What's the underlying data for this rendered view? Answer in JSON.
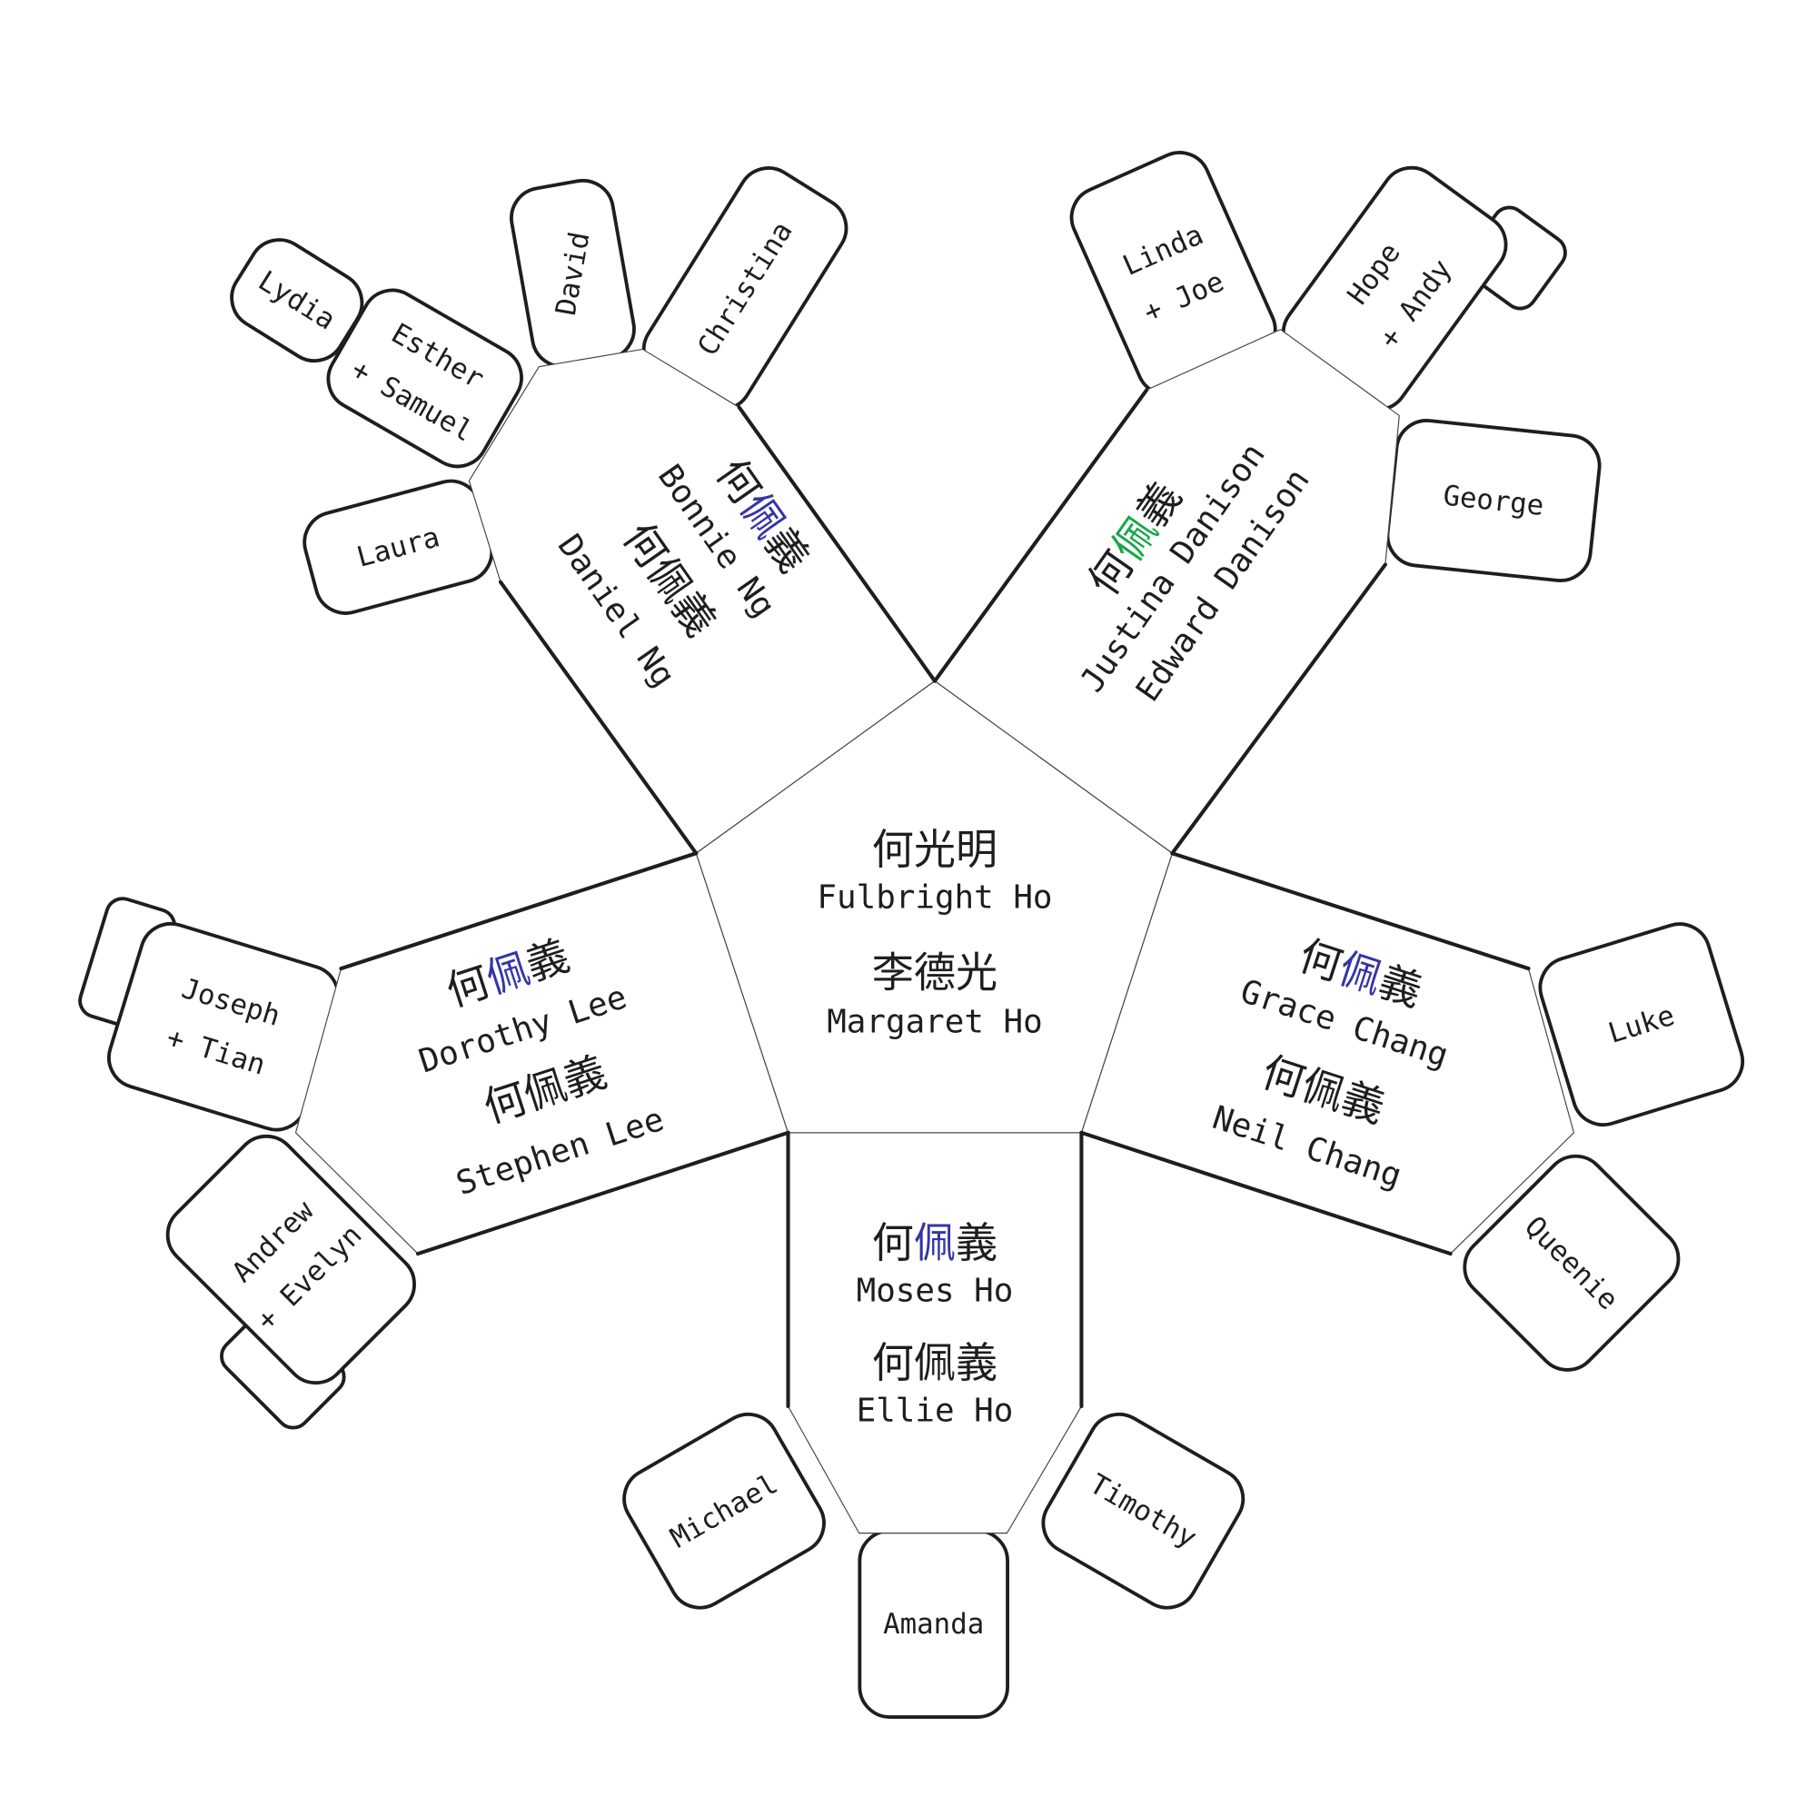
{
  "colors": {
    "accent_blue": "#3535a6",
    "accent_green": "#1aa64a",
    "ink": "#1e1e1e"
  },
  "center": {
    "people": [
      {
        "hanzi": [
          "何",
          "光",
          "明"
        ],
        "name": "Fulbright Ho"
      },
      {
        "hanzi": [
          "李",
          "德",
          "光"
        ],
        "name": "Margaret  Ho"
      }
    ]
  },
  "arms": {
    "top_left": {
      "people": [
        {
          "hanzi": [
            "何",
            "佩",
            "義"
          ],
          "accent": "blue",
          "name": "Bonnie Ng"
        },
        {
          "hanzi": [
            "何",
            "佩",
            "義"
          ],
          "accent": "",
          "name": "Daniel Ng"
        }
      ]
    },
    "top_right": {
      "people": [
        {
          "hanzi": [
            "何",
            "佩",
            "義"
          ],
          "accent": "green",
          "name": "Justina Danison"
        },
        {
          "hanzi": [],
          "accent": "",
          "name": "Edward  Danison"
        }
      ]
    },
    "left": {
      "people": [
        {
          "hanzi": [
            "何",
            "佩",
            "義"
          ],
          "accent": "blue",
          "name": "Dorothy Lee"
        },
        {
          "hanzi": [
            "何",
            "佩",
            "義"
          ],
          "accent": "",
          "name": "Stephen Lee"
        }
      ]
    },
    "right": {
      "people": [
        {
          "hanzi": [
            "何",
            "佩",
            "義"
          ],
          "accent": "blue",
          "name": "Grace Chang"
        },
        {
          "hanzi": [
            "何",
            "佩",
            "義"
          ],
          "accent": "",
          "name": "Neil  Chang"
        }
      ]
    },
    "bottom": {
      "people": [
        {
          "hanzi": [
            "何",
            "佩",
            "義"
          ],
          "accent": "blue",
          "name": "Moses Ho"
        },
        {
          "hanzi": [
            "何",
            "佩",
            "義"
          ],
          "accent": "",
          "name": "Ellie Ho"
        }
      ]
    }
  },
  "tabs": [
    {
      "id": "lydia",
      "lines": [
        "Lydia"
      ]
    },
    {
      "id": "esther",
      "lines": [
        "Esther",
        "+ Samuel"
      ]
    },
    {
      "id": "laura",
      "lines": [
        "Laura"
      ]
    },
    {
      "id": "david",
      "lines": [
        "David"
      ]
    },
    {
      "id": "christina",
      "lines": [
        "Christina"
      ]
    },
    {
      "id": "linda",
      "lines": [
        "Linda",
        "+ Joe"
      ]
    },
    {
      "id": "hope",
      "lines": [
        "Hope",
        "+ Andy"
      ]
    },
    {
      "id": "george",
      "lines": [
        "George"
      ]
    },
    {
      "id": "joseph",
      "lines": [
        "Joseph",
        "+ Tian"
      ]
    },
    {
      "id": "andrew",
      "lines": [
        "Andrew",
        "+ Evelyn"
      ]
    },
    {
      "id": "luke",
      "lines": [
        "Luke"
      ]
    },
    {
      "id": "queenie",
      "lines": [
        "Queenie"
      ]
    },
    {
      "id": "michael",
      "lines": [
        "Michael"
      ]
    },
    {
      "id": "amanda",
      "lines": [
        "Amanda"
      ]
    },
    {
      "id": "timothy",
      "lines": [
        "Timothy"
      ]
    }
  ]
}
